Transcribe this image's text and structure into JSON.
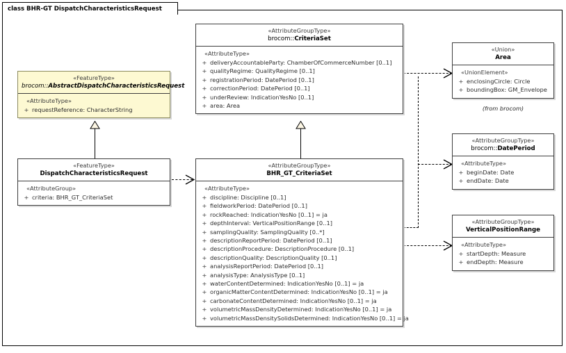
{
  "diagram": {
    "title": "class BHR-GT DispatchCharacteristicsRequest",
    "accent_yellow": "#fdf9d2",
    "line_color": "#000000"
  },
  "classes": {
    "abstract_request": {
      "stereotype": "«FeatureType»",
      "namespace": "brocom::",
      "name": "AbstractDispatchCharacteristicsRequest",
      "group_stereotype": "«AttributeType»",
      "attributes": [
        {
          "visibility": "+",
          "signature": "requestReference: CharacterString"
        }
      ]
    },
    "dispatch_request": {
      "stereotype": "«FeatureType»",
      "namespace": "",
      "name": "DispatchCharacteristicsRequest",
      "group_stereotype": "«AttributeGroup»",
      "attributes": [
        {
          "visibility": "+",
          "signature": "criteria: BHR_GT_CriteriaSet"
        }
      ]
    },
    "criteria_set": {
      "stereotype": "«AttributeGroupType»",
      "namespace": "brocom::",
      "name": "CriteriaSet",
      "group_stereotype": "«AttributeType»",
      "attributes": [
        {
          "visibility": "+",
          "signature": "deliveryAccountableParty: ChamberOfCommerceNumber [0..1]"
        },
        {
          "visibility": "+",
          "signature": "qualityRegime: QualityRegime [0..1]"
        },
        {
          "visibility": "+",
          "signature": "registrationPeriod: DatePeriod [0..1]"
        },
        {
          "visibility": "+",
          "signature": "correctionPeriod: DatePeriod [0..1]"
        },
        {
          "visibility": "+",
          "signature": "underReview: IndicationYesNo [0..1]"
        },
        {
          "visibility": "+",
          "signature": "area: Area"
        }
      ]
    },
    "bhr_gt_criteria_set": {
      "stereotype": "«AttributeGroupType»",
      "namespace": "",
      "name": "BHR_GT_CriteriaSet",
      "group_stereotype": "«AttributeType»",
      "attributes": [
        {
          "visibility": "+",
          "signature": "discipline: Discipline [0..1]"
        },
        {
          "visibility": "+",
          "signature": "fieldworkPeriod: DatePeriod [0..1]"
        },
        {
          "visibility": "+",
          "signature": "rockReached: IndicationYesNo [0..1] = ja"
        },
        {
          "visibility": "+",
          "signature": "depthInterval: VerticalPositionRange [0..1]"
        },
        {
          "visibility": "+",
          "signature": "samplingQuality: SamplingQuality [0..*]"
        },
        {
          "visibility": "+",
          "signature": "descriptionReportPeriod: DatePeriod [0..1]"
        },
        {
          "visibility": "+",
          "signature": "descriptionProcedure: DescriptionProcedure [0..1]"
        },
        {
          "visibility": "+",
          "signature": "descriptionQuality: DescriptionQuality [0..1]"
        },
        {
          "visibility": "+",
          "signature": "analysisReportPeriod: DatePeriod [0..1]"
        },
        {
          "visibility": "+",
          "signature": "analysisType: AnalysisType [0..1]"
        },
        {
          "visibility": "+",
          "signature": "waterContentDetermined: IndicationYesNo [0..1] = ja"
        },
        {
          "visibility": "+",
          "signature": "organicMatterContentDetermined: IndicationYesNo [0..1] = ja"
        },
        {
          "visibility": "+",
          "signature": "carbonateContentDetermined: IndicationYesNo [0..1] = ja"
        },
        {
          "visibility": "+",
          "signature": "volumetricMassDensityDetermined: IndicationYesNo [0..1] = ja"
        },
        {
          "visibility": "+",
          "signature": "volumetricMassDensitySolidsDetermined: IndicationYesNo [0..1] = ja"
        }
      ]
    },
    "area": {
      "stereotype": "«Union»",
      "namespace": "",
      "name": "Area",
      "group_stereotype": "«UnionElement»",
      "attributes": [
        {
          "visibility": "+",
          "signature": "enclosingCircle: Circle"
        },
        {
          "visibility": "+",
          "signature": "boundingBox: GM_Envelope"
        }
      ],
      "note": "(from brocom)"
    },
    "date_period": {
      "stereotype": "«AttributeGroupType»",
      "namespace": "brocom::",
      "name": "DatePeriod",
      "group_stereotype": "«AttributeType»",
      "attributes": [
        {
          "visibility": "+",
          "signature": "beginDate: Date"
        },
        {
          "visibility": "+",
          "signature": "endDate: Date"
        }
      ]
    },
    "vertical_position_range": {
      "stereotype": "«AttributeGroupType»",
      "namespace": "",
      "name": "VerticalPositionRange",
      "group_stereotype": "«AttributeType»",
      "attributes": [
        {
          "visibility": "+",
          "signature": "startDepth: Measure"
        },
        {
          "visibility": "+",
          "signature": "endDepth: Measure"
        }
      ]
    }
  }
}
